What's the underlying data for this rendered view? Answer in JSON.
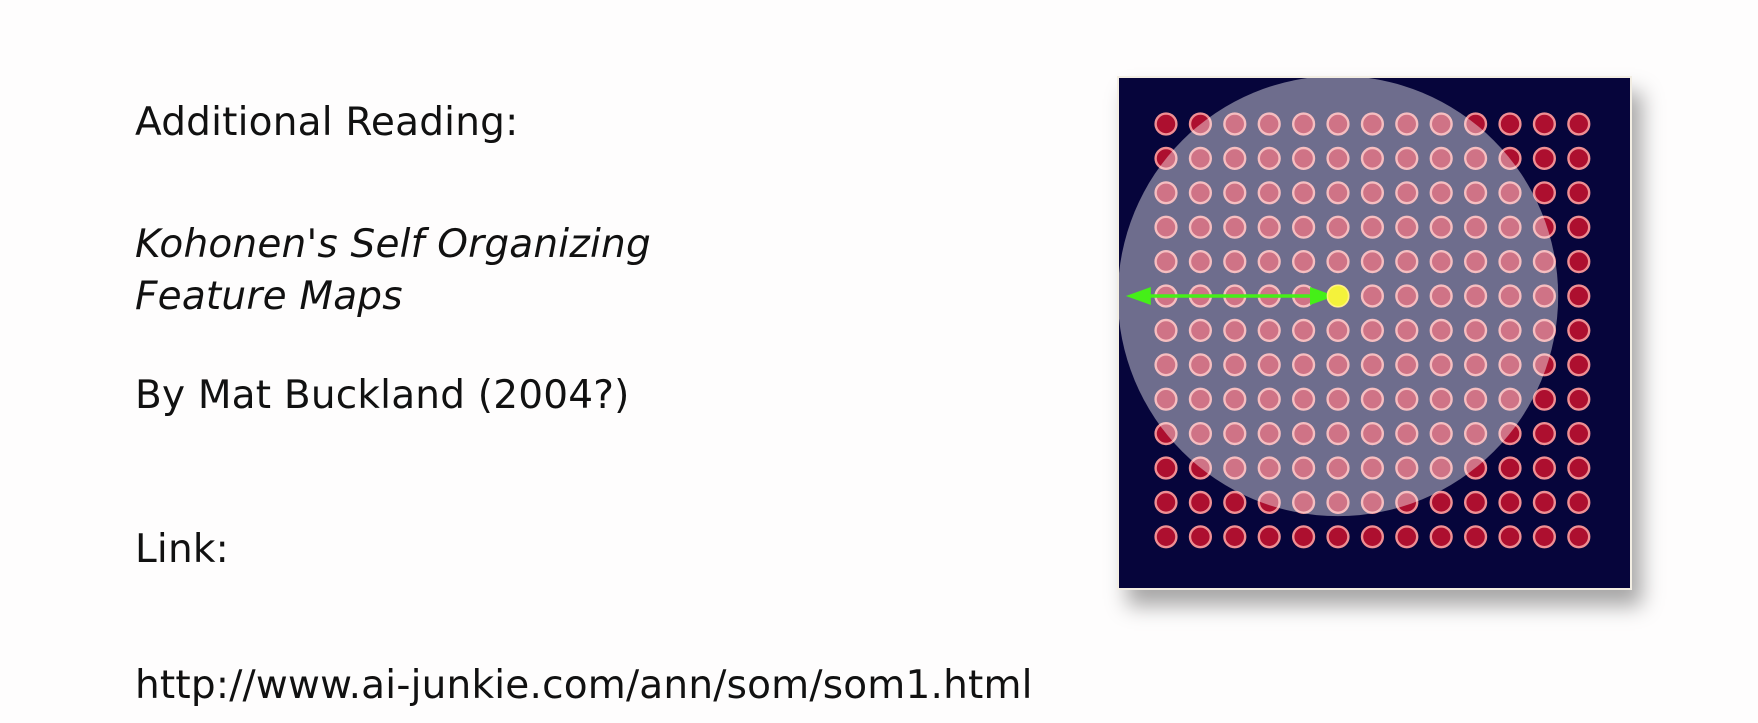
{
  "slide": {
    "heading": "Additional Reading:",
    "title_line1": "Kohonen's Self Organizing",
    "title_line2": "Feature Maps",
    "author": "By Mat Buckland (2004?)",
    "link_label": "Link:",
    "url": "http://www.ai-junkie.com/ann/som/som1.html"
  },
  "figure": {
    "grid_rows": 13,
    "grid_cols": 13,
    "best_matching_unit": {
      "row": 5,
      "col": 5
    },
    "neighbourhood_radius_in_nodes": 6.4,
    "colors": {
      "background": "#06053b",
      "node": "#ad0f2f",
      "node_border": "#ef8f93",
      "neighbourhood_overlay": "rgba(255,255,255,0.42)",
      "winner_node": "#f4f23b",
      "radius_arrow": "#45ef18"
    }
  }
}
